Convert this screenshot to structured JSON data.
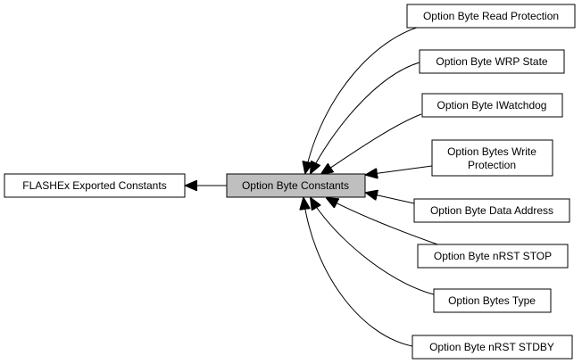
{
  "diagram": {
    "parent": {
      "label": "FLASHEx Exported Constants"
    },
    "center": {
      "label": "Option Byte Constants"
    },
    "children": [
      {
        "lines": [
          "Option Byte Read Protection"
        ]
      },
      {
        "lines": [
          "Option Byte WRP State"
        ]
      },
      {
        "lines": [
          "Option Byte IWatchdog"
        ]
      },
      {
        "lines": [
          "Option Bytes Write",
          "Protection"
        ]
      },
      {
        "lines": [
          "Option Byte Data Address"
        ]
      },
      {
        "lines": [
          "Option Byte nRST STOP"
        ]
      },
      {
        "lines": [
          "Option Bytes Type"
        ]
      },
      {
        "lines": [
          "Option Byte nRST STDBY"
        ]
      }
    ]
  }
}
